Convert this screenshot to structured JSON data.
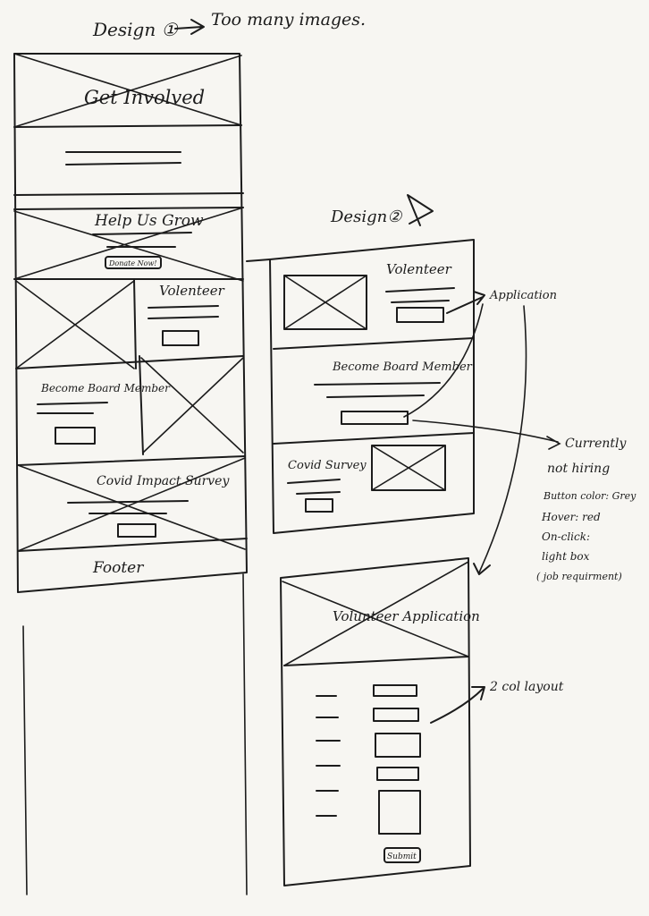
{
  "design1": {
    "title": "Design ①",
    "note": "Too many images.",
    "hero": "Get Involved",
    "grow": "Help Us Grow",
    "donate_button": "Donate Now!",
    "volunteer": "Volenteer",
    "board": "Become Board Member",
    "covid": "Covid Impact Survey",
    "footer": "Footer"
  },
  "design2": {
    "title": "Design②",
    "volunteer": "Volenteer",
    "board": "Become Board Member",
    "covid": "Covid Survey",
    "application_note": "Application",
    "notes": {
      "line1": "Currently",
      "line2": "not hiring",
      "line3": "Button color: Grey",
      "line4": "Hover: red",
      "line5": "On-click:",
      "line6": "light box",
      "line7": "( job requirment)"
    }
  },
  "application_page": {
    "hero": "Volunteer Application",
    "layout_note": "2 col layout",
    "submit_button": "Submit"
  }
}
